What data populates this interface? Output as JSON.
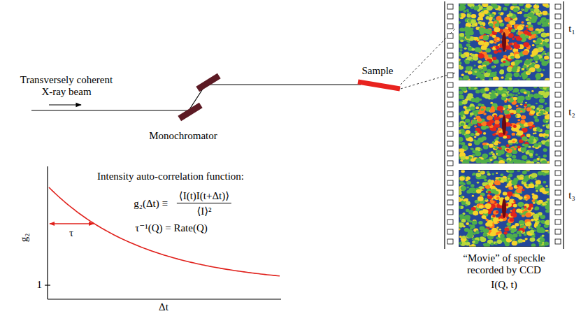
{
  "diagram": {
    "labels": [
      "Transversely coherent X-ray beam",
      "Monochromator",
      "Sample",
      "Intensity auto-correlation function:",
      "g₂(Δt) ≡",
      "⟨I(t)I(t+Δt)⟩",
      "⟨I⟩²",
      "τ⁻¹(Q) = Rate(Q)",
      "g₂",
      "1",
      "Δt",
      "τ",
      "t₁",
      "t₂",
      "t₃",
      "“Movie” of speckle recorded by CCD",
      "I(Q, t)"
    ]
  }
}
